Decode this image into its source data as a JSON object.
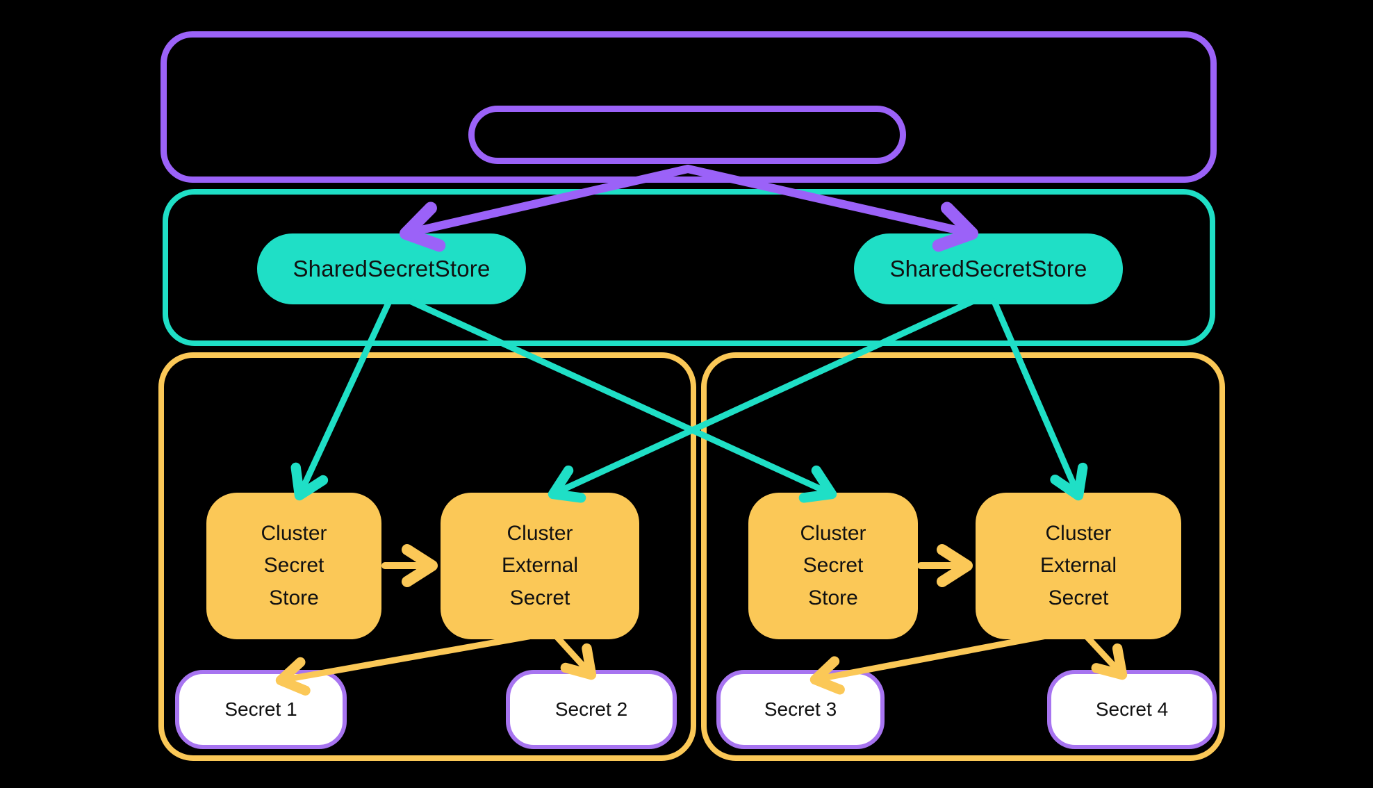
{
  "colors": {
    "background": "#000000",
    "purple": "#9b62f8",
    "teal": "#1fdfc6",
    "orange": "#fbc857",
    "secret_border": "#a774f0",
    "secret_bg": "#ffffff",
    "text": "#111111"
  },
  "stores": [
    {
      "label": "SharedSecretStore"
    },
    {
      "label": "SharedSecretStore"
    }
  ],
  "clusters": [
    {
      "secret_store": "Cluster\nSecret\nStore",
      "external_secret": "Cluster\nExternal\nSecret",
      "secrets": [
        "Secret 1",
        "Secret 2"
      ]
    },
    {
      "secret_store": "Cluster\nSecret\nStore",
      "external_secret": "Cluster\nExternal\nSecret",
      "secrets": [
        "Secret 3",
        "Secret 4"
      ]
    }
  ]
}
